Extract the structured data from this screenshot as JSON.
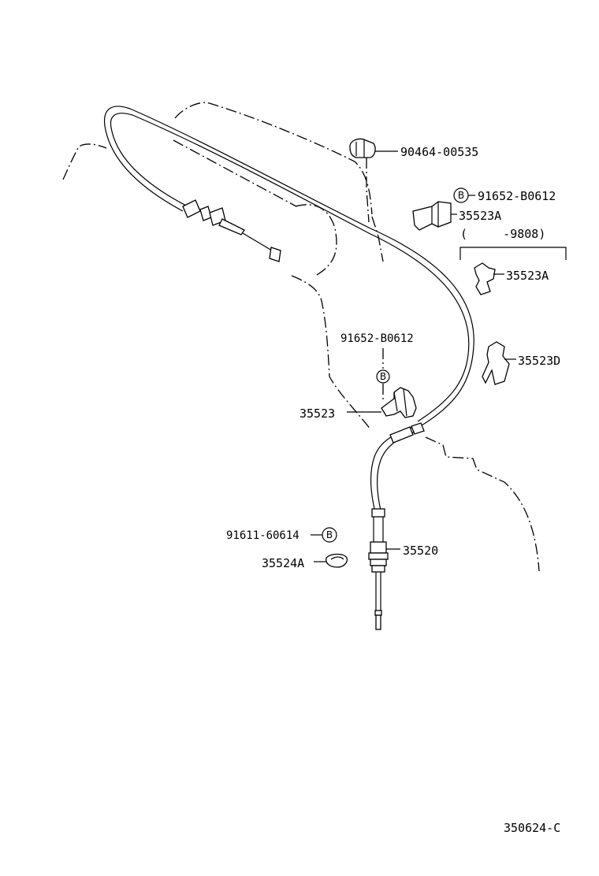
{
  "diagram": {
    "callouts": {
      "p90464": "90464-00535",
      "p91652_top": "91652-B0612",
      "p35523A_upper": "35523A",
      "date_range": "(     -9808)",
      "p35523A_lower": "35523A",
      "p35523D": "35523D",
      "p91652_mid": "91652-B0612",
      "p35523": "35523",
      "p91611": "91611-60614",
      "p35520": "35520",
      "p35524A": "35524A"
    },
    "circle_marker": "B",
    "figure_code": "350624-C"
  }
}
